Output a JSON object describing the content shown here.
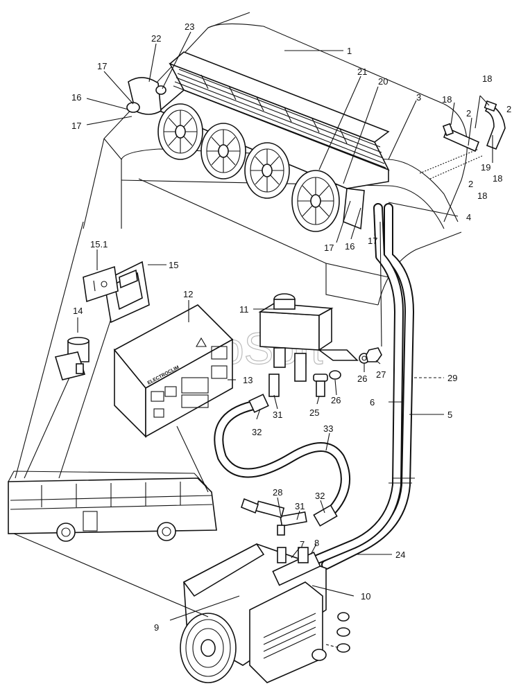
{
  "diagram": {
    "watermark": "AutoSoft",
    "brand_label": "ELECTROCLIM",
    "labels": {
      "c1": "1",
      "c2a": "2",
      "c2b": "2",
      "c2c": "2",
      "c3": "3",
      "c4": "4",
      "c5": "5",
      "c6": "6",
      "c7": "7",
      "c8": "8",
      "c9": "9",
      "c10": "10",
      "c11": "11",
      "c12": "12",
      "c13": "13",
      "c14": "14",
      "c15": "15",
      "c15_1": "15.1",
      "c16a": "16",
      "c16b": "16",
      "c17a": "17",
      "c17b": "17",
      "c17c": "17",
      "c17d": "17",
      "c18a": "18",
      "c18b": "18",
      "c18c": "18",
      "c18d": "18",
      "c19": "19",
      "c20": "20",
      "c21": "21",
      "c22": "22",
      "c23": "23",
      "c24": "24",
      "c25": "25",
      "c26a": "26",
      "c26b": "26",
      "c27": "27",
      "c28": "28",
      "c29": "29",
      "c31a": "31",
      "c31b": "31",
      "c32a": "32",
      "c32b": "32",
      "c33": "33"
    }
  }
}
